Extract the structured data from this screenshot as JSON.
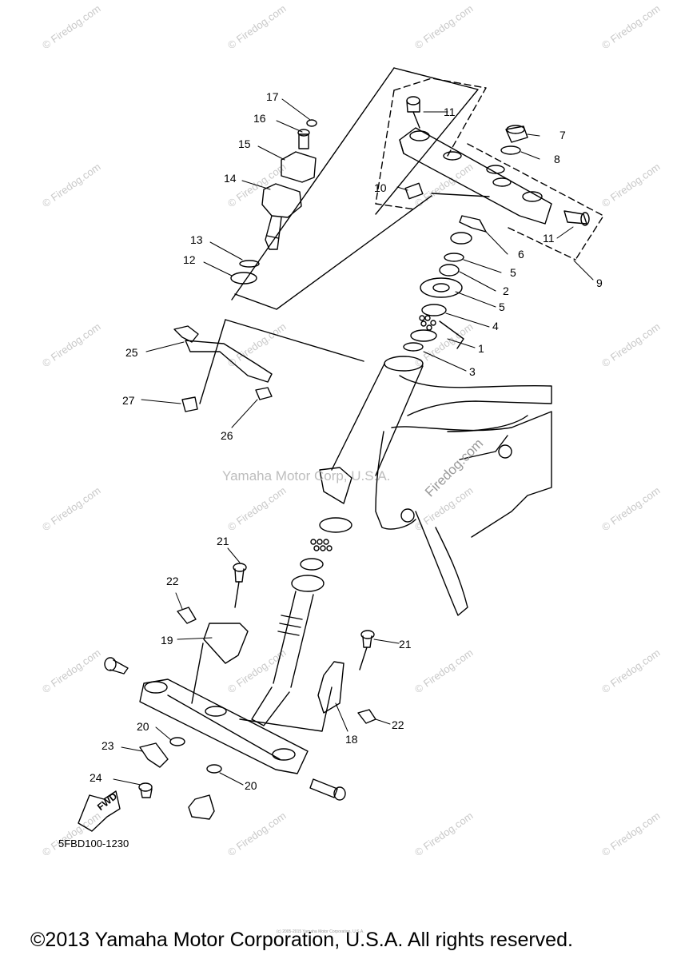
{
  "watermarks": {
    "tile_text": "© Firedog.com",
    "center_text": "Yamaha Motor Corp, U.S.A.",
    "side_text": "Firedog.com"
  },
  "callouts": {
    "c1": "1",
    "c2": "2",
    "c3": "3",
    "c4": "4",
    "c5a": "5",
    "c5b": "5",
    "c6": "6",
    "c7": "7",
    "c8": "8",
    "c9": "9",
    "c10": "10",
    "c11a": "11",
    "c11b": "11",
    "c12": "12",
    "c13": "13",
    "c14": "14",
    "c15": "15",
    "c16": "16",
    "c17": "17",
    "c18": "18",
    "c19": "19",
    "c20a": "20",
    "c20b": "20",
    "c21a": "21",
    "c21b": "21",
    "c22a": "22",
    "c22b": "22",
    "c23": "23",
    "c24": "24",
    "c25": "25",
    "c26": "26",
    "c27": "27"
  },
  "fwd_label": "FWD",
  "part_code": "5FBD100-1230",
  "fine_print": "(c) 2005-2015 Yamaha Motor Corporation, U.S.A.",
  "copyright": "©2013 Yamaha Motor Corporation, U.S.A. All rights reserved."
}
